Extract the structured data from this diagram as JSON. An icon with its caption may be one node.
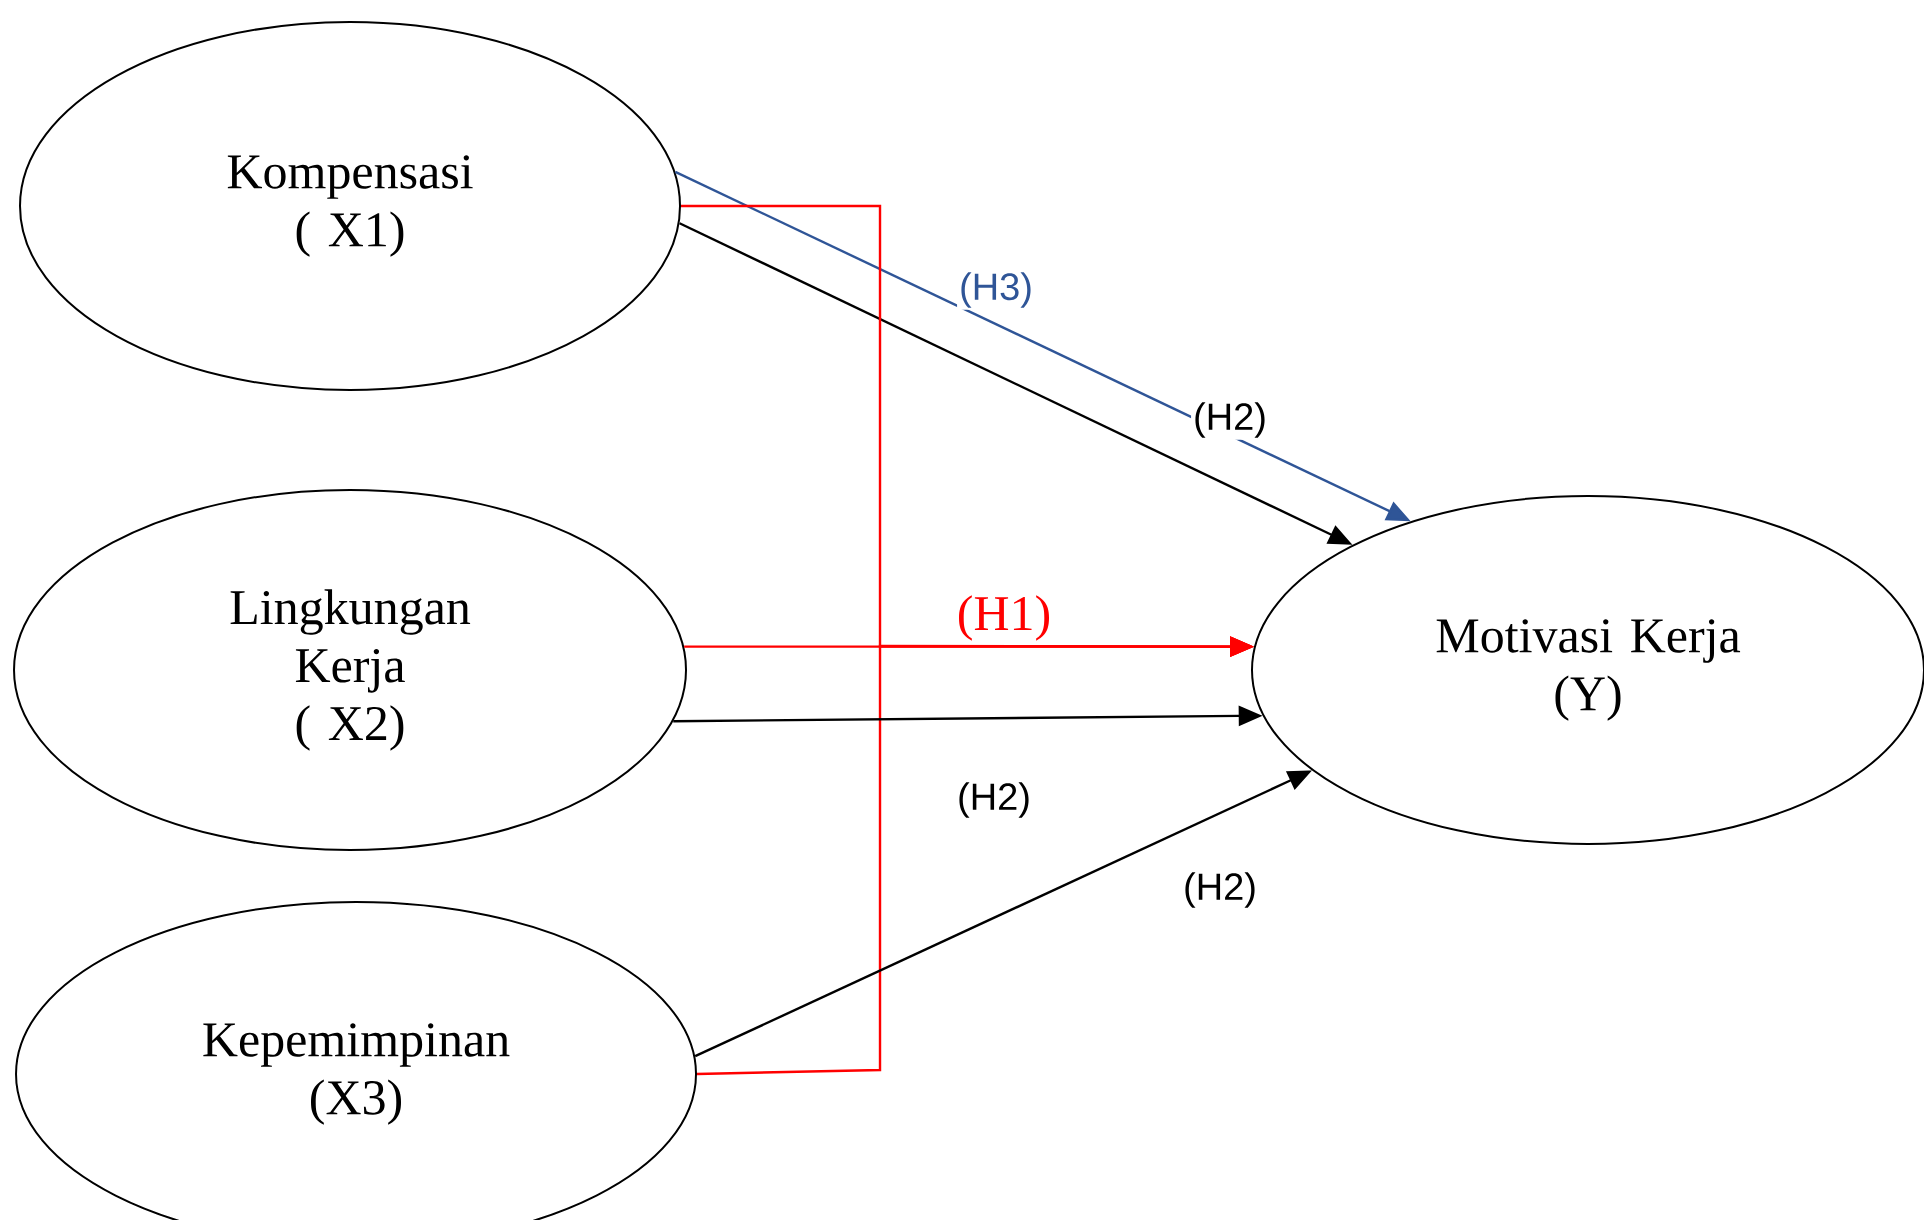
{
  "diagram": {
    "nodes": [
      {
        "text": [
          "Kompensasi",
          "( X1)"
        ]
      },
      {
        "text": [
          "Lingkungan Kerja",
          "( X2)"
        ]
      },
      {
        "text": [
          "Kepemimpinan",
          "(X3)"
        ]
      },
      {
        "text": [
          "Motivasi Kerja",
          "(Y)"
        ]
      }
    ],
    "edges": [
      {
        "from": 0,
        "to": 3,
        "arrow": "to",
        "label": "(H3)",
        "color": "#2f5597"
      },
      {
        "from": 0,
        "to": 3,
        "arrow": "to",
        "label": "(H2)"
      },
      {
        "from": 0,
        "to": 3,
        "arrow": "to",
        "color": "#ff0000"
      },
      {
        "from": 1,
        "to": 3,
        "arrow": "to",
        "label": "(H1)",
        "color": "#ff0000"
      },
      {
        "from": 2,
        "to": 3,
        "arrow": "to",
        "color": "#ff0000"
      },
      {
        "from": 1,
        "to": 3,
        "arrow": "to",
        "label": "(H2)"
      },
      {
        "from": 2,
        "to": 3,
        "arrow": "to",
        "label": "(H2)"
      }
    ]
  }
}
